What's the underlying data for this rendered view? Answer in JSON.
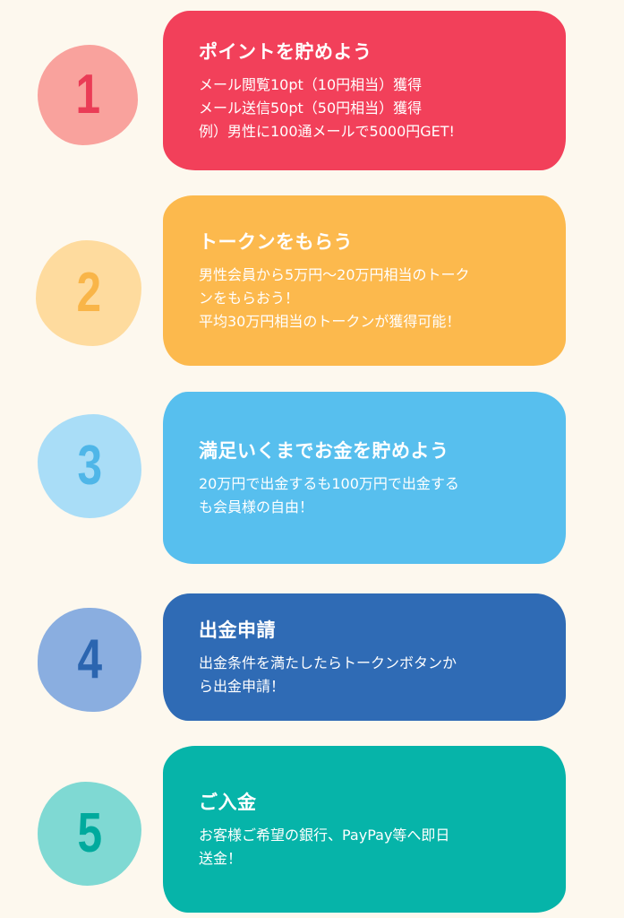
{
  "steps": [
    {
      "number": "1",
      "title": "ポイントを貯めよう",
      "lines": [
        "メール閲覧10pt（10円相当）獲得",
        "メール送信50pt（50円相当）獲得",
        "例）男性に100通メールで5000円GET!"
      ],
      "card_color": "#f2405a",
      "circle_color": "#f9a29d",
      "number_color": "#ea3c56"
    },
    {
      "number": "2",
      "title": "トークンをもらう",
      "lines": [
        "男性会員から5万円〜20万円相当のトーク",
        "ンをもらおう！",
        "平均30万円相当のトークンが獲得可能！"
      ],
      "card_color": "#fcb94d",
      "circle_color": "#fedb9e",
      "number_color": "#f9b548"
    },
    {
      "number": "3",
      "title": "満足いくまでお金を貯めよう",
      "lines": [
        "20万円で出金するも100万円で出金する",
        "も会員様の自由！"
      ],
      "card_color": "#57bfee",
      "circle_color": "#a9ddf7",
      "number_color": "#4fb6e8"
    },
    {
      "number": "4",
      "title": "出金申請",
      "lines": [
        "出金条件を満たしたらトークンボタンか",
        "ら出金申請！"
      ],
      "card_color": "#2f6bb5",
      "circle_color": "#8aaee0",
      "number_color": "#2b65b0"
    },
    {
      "number": "5",
      "title": "ご入金",
      "lines": [
        "お客様ご希望の銀行、PayPay等へ即日",
        "送金！"
      ],
      "card_color": "#06b4a9",
      "circle_color": "#7fd9d3",
      "number_color": "#00aa9d"
    }
  ]
}
